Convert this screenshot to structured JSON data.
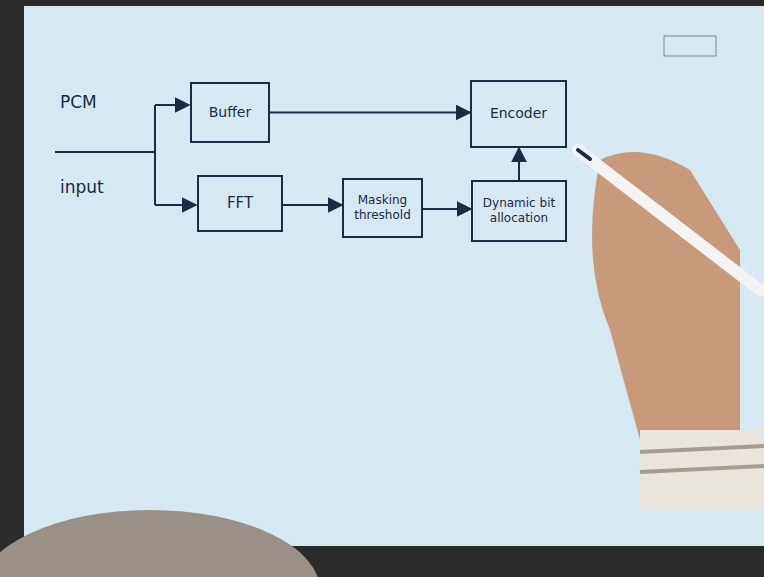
{
  "diagram": {
    "nodes": [
      {
        "text": [
          "Buffer"
        ]
      },
      {
        "text": [
          "Encoder"
        ]
      },
      {
        "text": [
          "FFT"
        ]
      },
      {
        "text": [
          "Masking threshold"
        ]
      },
      {
        "text": [
          "Dynamic bit allocation"
        ]
      }
    ],
    "edges": [
      {
        "from": 0,
        "to": 1,
        "arrow": "to"
      },
      {
        "from": 2,
        "to": 3,
        "arrow": "to"
      },
      {
        "from": 3,
        "to": 4,
        "arrow": "to"
      },
      {
        "from": 4,
        "to": 1,
        "arrow": "to"
      }
    ],
    "labels": [
      "PCM input"
    ]
  }
}
